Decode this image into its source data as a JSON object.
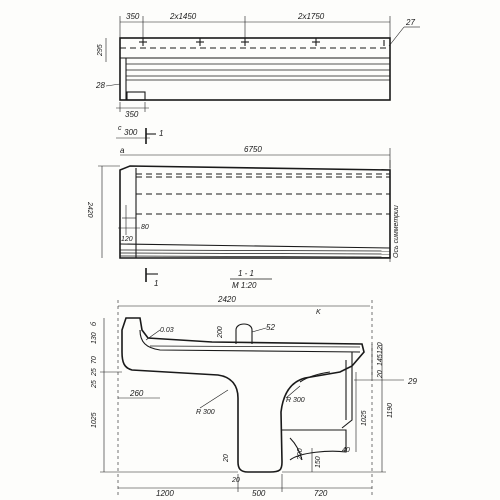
{
  "top_view": {
    "dim_left": "350",
    "dim_mid": "2x1450",
    "dim_right": "2x1750",
    "dim_height": "295",
    "dim_bottom": "350",
    "label_left": "28",
    "label_right": "27"
  },
  "middle_view": {
    "dim_300": "300",
    "dim_a": "a",
    "section_mark_top": "1",
    "dim_length": "6750",
    "dim_height": "2420",
    "dim_120": "120",
    "dim_80": "80",
    "axis_note": "Ось симметрии",
    "section_mark_bottom": "1",
    "section_title": "1 - 1",
    "section_scale": "M 1:20"
  },
  "section": {
    "dim_total_width": "2420",
    "mark_k": "K",
    "slope": "0.03",
    "dim_200": "200",
    "label_52": "52",
    "dims_left_stack": [
      "б",
      "130",
      "25",
      "70",
      "25"
    ],
    "dims_right_stack": [
      "120",
      "145",
      "20"
    ],
    "label_29": "29",
    "dim_260": "260",
    "radius_left": "R 300",
    "radius_right": "R 300",
    "dim_1025_left": "1025",
    "dim_1025_right": "1025",
    "dim_1190": "1190",
    "dim_40": "40",
    "dim_200_bottom": "200",
    "dim_150": "150",
    "dim_20_a": "20",
    "dim_20_b": "20",
    "dim_1200": "1200",
    "dim_500": "500",
    "dim_720": "720"
  }
}
